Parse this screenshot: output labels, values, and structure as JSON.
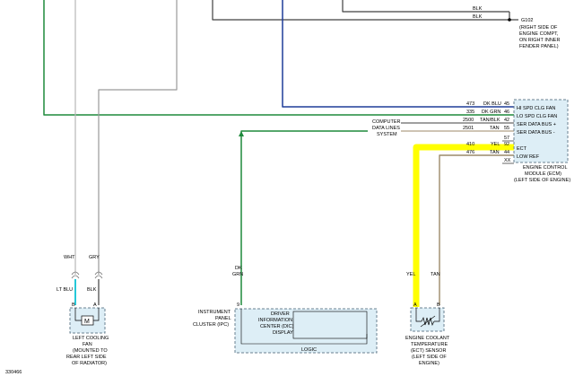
{
  "ground": {
    "wire_labels": [
      "BLK",
      "BLK"
    ],
    "id": "G102",
    "desc": [
      "(RIGHT SIDE OF",
      "ENGINE COMPT,",
      "ON RIGHT INNER",
      "FENDER PANEL)"
    ]
  },
  "ecm": {
    "pins": [
      {
        "circuit": "473",
        "color": "DK BLU",
        "pin": "45",
        "function": "HI SPD CLG FAN"
      },
      {
        "circuit": "335",
        "color": "DK GRN",
        "pin": "46",
        "function": "LO SPD CLG FAN"
      },
      {
        "circuit": "2500",
        "color": "TAN/BLK",
        "pin": "42",
        "function": "SER DATA BUS +"
      },
      {
        "circuit": "2501",
        "color": "TAN",
        "pin": "55",
        "function": "SER DATA BUS -"
      },
      {
        "circuit": "",
        "color": "",
        "pin": "57",
        "function": ""
      },
      {
        "circuit": "410",
        "color": "YEL",
        "pin": "92",
        "function": "ECT"
      },
      {
        "circuit": "476",
        "color": "TAN",
        "pin": "44",
        "function": "LOW REF"
      },
      {
        "circuit": "",
        "color": "",
        "pin": "XX",
        "function": ""
      }
    ],
    "title": [
      "ENGINE CONTROL",
      "MODULE (ECM)",
      "(LEFT SIDE OF ENGINE)"
    ]
  },
  "data_lines": [
    "COMPUTER",
    "DATA LINES",
    "SYSTEM"
  ],
  "fan": {
    "wire_colors": [
      "WHT",
      "GRY"
    ],
    "lower_colors": [
      "LT BLU",
      "BLK"
    ],
    "pins": [
      "B",
      "A"
    ],
    "motor_symbol": "M",
    "title": [
      "LEFT COOLING",
      "FAN",
      "(MOUNTED TO",
      "REAR LEFT SIDE",
      "OF RADIATOR)"
    ]
  },
  "ipc": {
    "wire_color": [
      "DK",
      "GRN"
    ],
    "pin": "9",
    "title": [
      "INSTRUMENT",
      "PANEL",
      "CLUSTER (IPC)"
    ],
    "dic_label": [
      "DRIVER",
      "INFORMATION",
      "CENTER (DIC)",
      "DISPLAY"
    ],
    "logic_label": "LOGIC"
  },
  "ect": {
    "wire_colors": [
      "YEL",
      "TAN"
    ],
    "pins": [
      "A",
      "B"
    ],
    "title": [
      "ENGINE COOLANT",
      "TEMPERATURE",
      "(ECT) SENSOR",
      "(LEFT SIDE OF",
      "ENGINE)"
    ]
  },
  "figure_id": "330466",
  "colors": {
    "dk_blu": "#1f3d99",
    "dk_grn": "#1f8a3c",
    "yel": "#ffff00",
    "tan": "#9c8a6a",
    "lt_blu": "#25c8d8",
    "gry": "#9a9a9a",
    "blk": "#404040",
    "component_fill": "#ddeef6"
  },
  "icons": [
    "ground-icon",
    "motor-icon",
    "thermistor-icon",
    "connector-icon"
  ]
}
